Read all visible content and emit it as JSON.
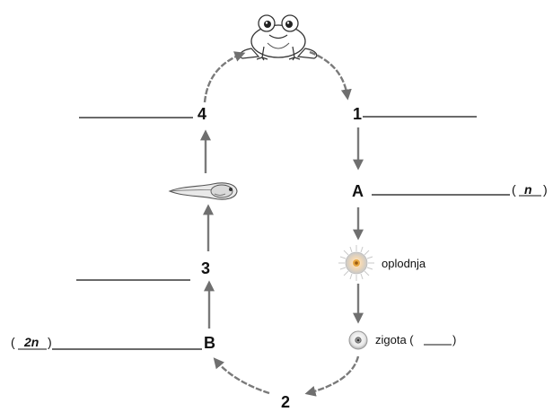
{
  "nodes": {
    "n1": "1",
    "n2": "2",
    "n3": "3",
    "n4": "4",
    "a": "A",
    "b": "B"
  },
  "labels": {
    "fertilization": "oplodnja",
    "zygote": "zigota (",
    "zygote_close": ")"
  },
  "ploidy": {
    "a_open": "(",
    "a_value": "n",
    "a_close": ")",
    "b_open": "(",
    "b_value": "2n",
    "b_close": ")"
  },
  "colors": {
    "arrow": "#7a7a7a",
    "line": "#111111"
  },
  "icons": [
    "frog-icon",
    "tadpole-icon",
    "fertilization-cell-icon",
    "zygote-cell-icon"
  ]
}
